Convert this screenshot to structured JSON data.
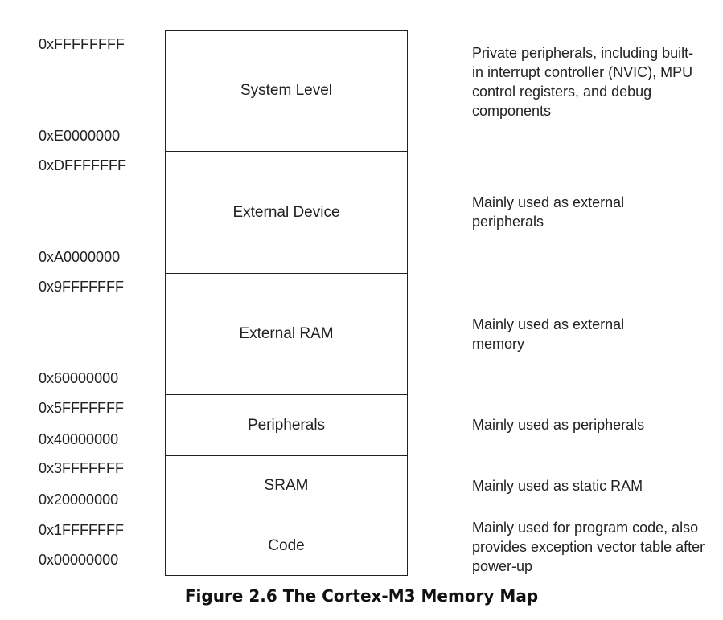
{
  "addresses": [
    "0xFFFFFFFF",
    "0xE0000000",
    "0xDFFFFFFF",
    "0xA0000000",
    "0x9FFFFFFF",
    "0x60000000",
    "0x5FFFFFFF",
    "0x40000000",
    "0x3FFFFFFF",
    "0x20000000",
    "0x1FFFFFFF",
    "0x00000000"
  ],
  "regions": [
    {
      "label": "System Level",
      "description": "Private peripherals, including built-in interrupt controller (NVIC), MPU control registers, and debug components"
    },
    {
      "label": "External Device",
      "description": "Mainly used as external peripherals"
    },
    {
      "label": "External RAM",
      "description": "Mainly used as external memory"
    },
    {
      "label": "Peripherals",
      "description": "Mainly used as peripherals"
    },
    {
      "label": "SRAM",
      "description": "Mainly used as static RAM"
    },
    {
      "label": "Code",
      "description": "Mainly used for program code, also provides exception vector table after power-up"
    }
  ],
  "caption": "Figure 2.6 The Cortex-M3 Memory Map"
}
